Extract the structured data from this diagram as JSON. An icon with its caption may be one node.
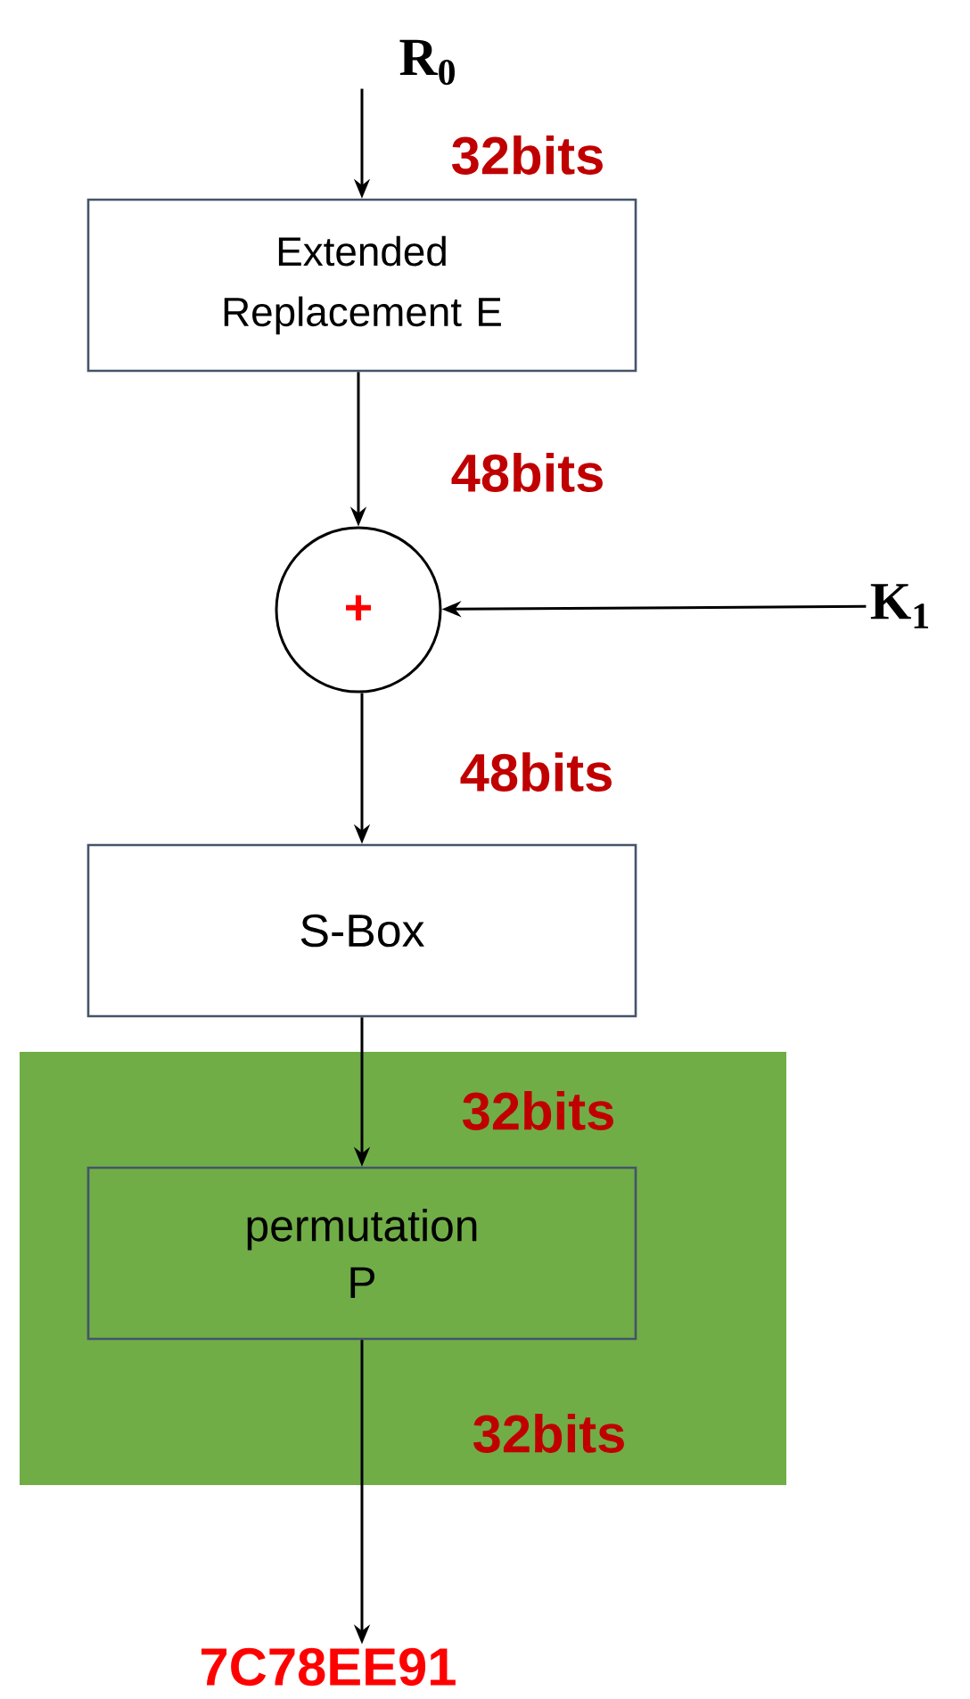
{
  "diagram": {
    "nodes": [
      {
        "text": [
          "R$_{0}$"
        ]
      },
      {
        "text": [
          "Extended Replacement E"
        ]
      },
      {
        "text": [
          "+"
        ]
      },
      {
        "text": [
          "K$_{1}$"
        ]
      },
      {
        "text": [
          "S-Box"
        ]
      },
      {
        "text": [],
        "shape": "box"
      },
      {
        "text": [
          "permutation P"
        ],
        "in": 5
      },
      {
        "text": [
          "7C78EE91"
        ]
      }
    ],
    "edges": [
      {
        "from": 0,
        "to": 1,
        "arrow": "to",
        "label": "32bits"
      },
      {
        "from": 1,
        "to": 2,
        "arrow": "to",
        "label": "48bits"
      },
      {
        "from": 3,
        "to": 2,
        "arrow": "to"
      },
      {
        "from": 2,
        "to": 4,
        "arrow": "to",
        "label": "48bits"
      },
      {
        "from": 4,
        "to": 6,
        "arrow": "to",
        "label": "32bits"
      },
      {
        "from": 6,
        "to": 7,
        "arrow": "to",
        "label": "32bits"
      }
    ]
  }
}
